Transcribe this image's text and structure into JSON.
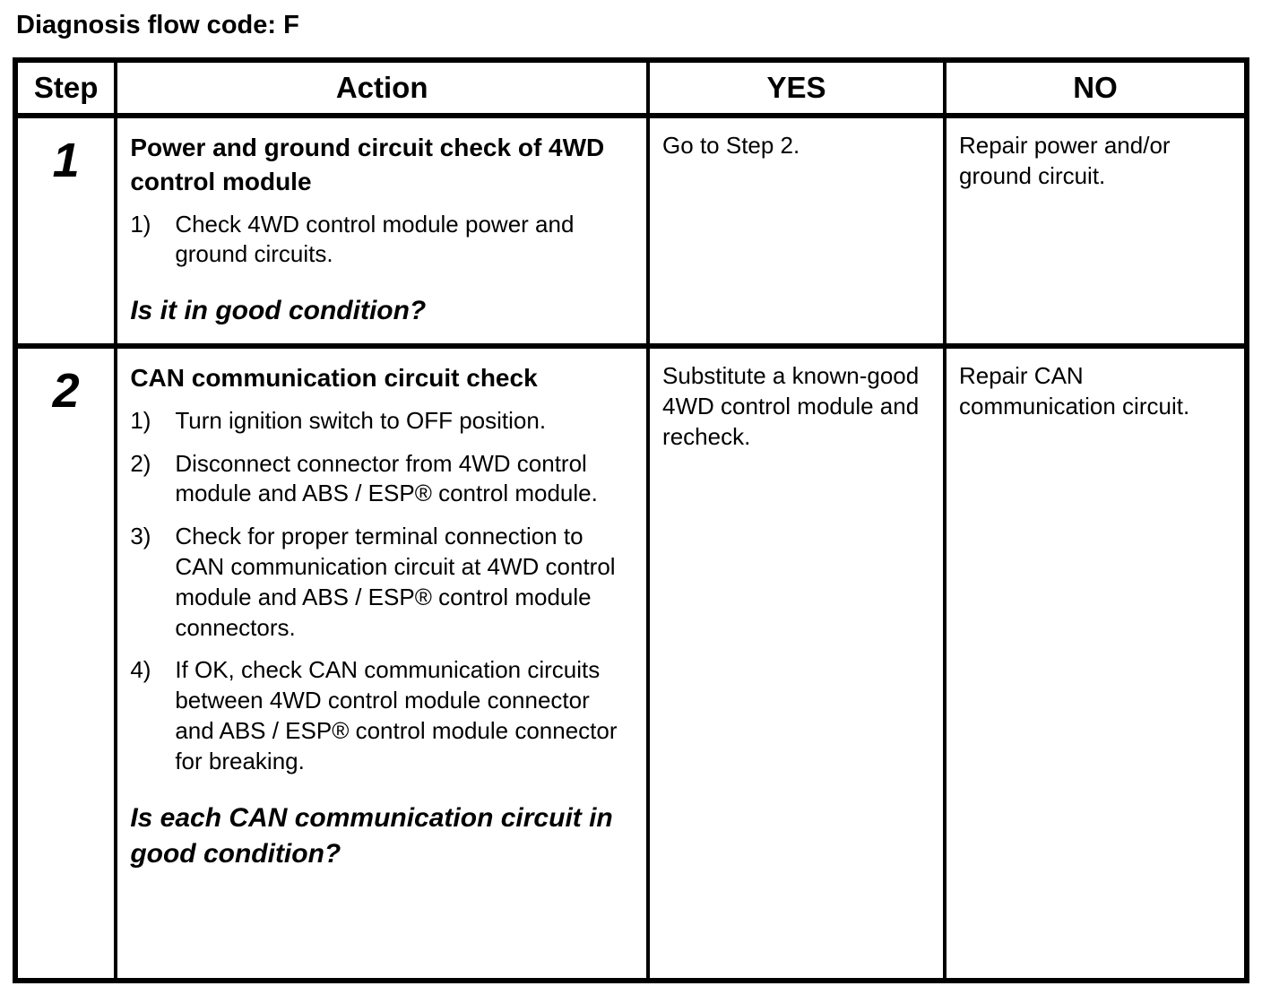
{
  "title": "Diagnosis flow code: F",
  "colors": {
    "text": "#000000",
    "background": "#ffffff",
    "border": "#000000"
  },
  "table": {
    "headers": {
      "step": "Step",
      "action": "Action",
      "yes": "YES",
      "no": "NO"
    },
    "rows": [
      {
        "step": "1",
        "action_title": "Power and ground circuit check of 4WD control module",
        "items": [
          {
            "num": "1)",
            "text": "Check 4WD control module power and ground circuits."
          }
        ],
        "question": "Is it in good condition?",
        "yes": "Go to Step 2.",
        "no": "Repair power and/or ground circuit."
      },
      {
        "step": "2",
        "action_title": "CAN communication circuit check",
        "items": [
          {
            "num": "1)",
            "text": "Turn ignition switch to OFF position."
          },
          {
            "num": "2)",
            "text": "Disconnect connector from 4WD control module and ABS / ESP® control module."
          },
          {
            "num": "3)",
            "text": "Check for proper terminal connection to CAN communication circuit at 4WD control module and ABS / ESP® control module connectors."
          },
          {
            "num": "4)",
            "text": "If OK, check CAN communication circuits between 4WD control module connector and ABS / ESP® control module connector for breaking."
          }
        ],
        "question": "Is each CAN communication circuit in good condition?",
        "yes": "Substitute a known-good 4WD control module and recheck.",
        "no": "Repair CAN communication circuit."
      }
    ]
  }
}
